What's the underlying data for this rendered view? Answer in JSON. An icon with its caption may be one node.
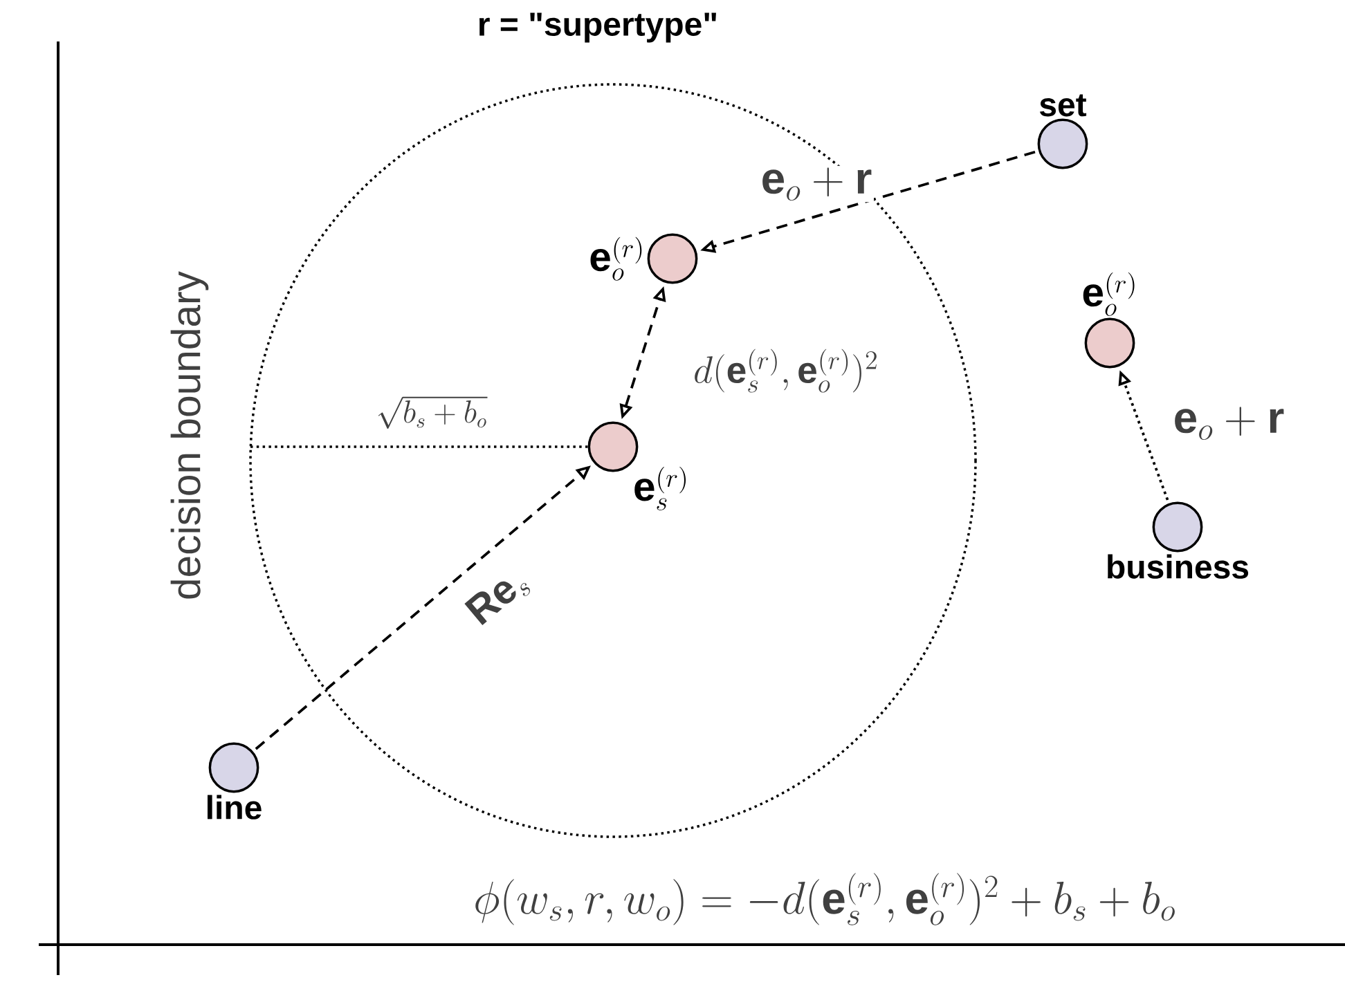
{
  "diagram": {
    "title": "r = \"supertype\"",
    "nodes": [
      {
        "text": [
          "set"
        ]
      },
      {
        "text": [
          "\\mathbf{e}_o^{(r)}"
        ]
      },
      {
        "text": [
          "\\mathbf{e}_s^{(r)}"
        ]
      },
      {
        "text": [
          "\\mathbf{e}_o^{(r)}"
        ]
      },
      {
        "text": [
          "business"
        ]
      },
      {
        "text": [
          "line"
        ]
      }
    ],
    "edges": [
      {
        "from": 0,
        "to": 1,
        "arrow": "to",
        "style": "dashed",
        "label": "\\mathbf{e}_o + \\mathbf{r}"
      },
      {
        "from": 2,
        "to": 1,
        "arrow": "both",
        "style": "dashed",
        "label": "d(\\mathbf{e}_s^{(r)}, \\mathbf{e}_o^{(r)})^2"
      },
      {
        "from": 5,
        "to": 2,
        "arrow": "to",
        "style": "dashed",
        "label": "\\mathbf{R}\\mathbf{e}_s"
      },
      {
        "from": 4,
        "to": 3,
        "arrow": "to",
        "label": "\\mathbf{e}_o + \\mathbf{r}"
      }
    ],
    "labels": [
      "decision boundary",
      "\\sqrt{b_s + b_o}",
      "\\phi(w_s, r, w_o) = -d(\\mathbf{e}_s^{(r)}, \\mathbf{e}_o^{(r)})^2 + b_s + b_o"
    ]
  }
}
